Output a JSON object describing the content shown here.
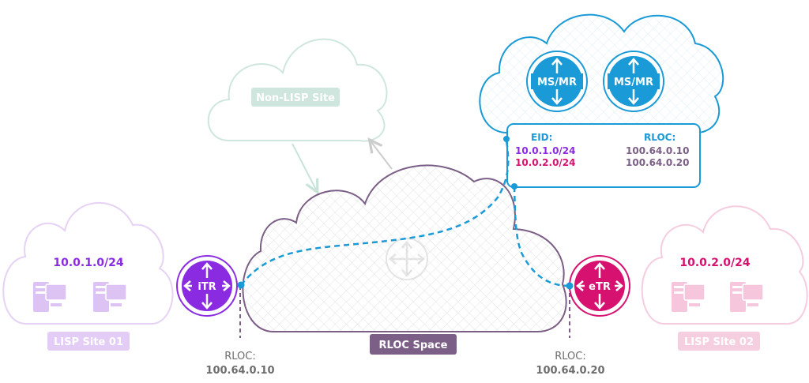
{
  "colors": {
    "purple": "#8a2be2",
    "magenta": "#d6116f",
    "blue": "#1a9ad6",
    "slate": "#7b5f86",
    "gray": "#6d6d6d",
    "dash_blue": "#1a9ad6",
    "faint_green": "#c8e3da"
  },
  "non_lisp_site": {
    "label": "Non-LISP Site"
  },
  "lisp_site_01": {
    "prefix": "10.0.1.0/24",
    "label": "LISP Site 01"
  },
  "lisp_site_02": {
    "prefix": "10.0.2.0/24",
    "label": "LISP Site 02"
  },
  "rloc_space": {
    "label": "RLOC Space"
  },
  "itr": {
    "label": "iTR",
    "rloc_caption": "RLOC:",
    "rloc_value": "100.64.0.10"
  },
  "etr": {
    "label": "eTR",
    "rloc_caption": "RLOC:",
    "rloc_value": "100.64.0.20"
  },
  "map_server": {
    "nodes": [
      {
        "label": "MS/MR"
      },
      {
        "label": "MS/MR"
      }
    ],
    "table": {
      "eid_header": "EID:",
      "rloc_header": "RLOC:",
      "rows": [
        {
          "eid": "10.0.1.0/24",
          "rloc": "100.64.0.10"
        },
        {
          "eid": "10.0.2.0/24",
          "rloc": "100.64.0.20"
        }
      ]
    }
  },
  "icons": {
    "router": "router-arrows-icon",
    "server": "server-computer-icon"
  }
}
